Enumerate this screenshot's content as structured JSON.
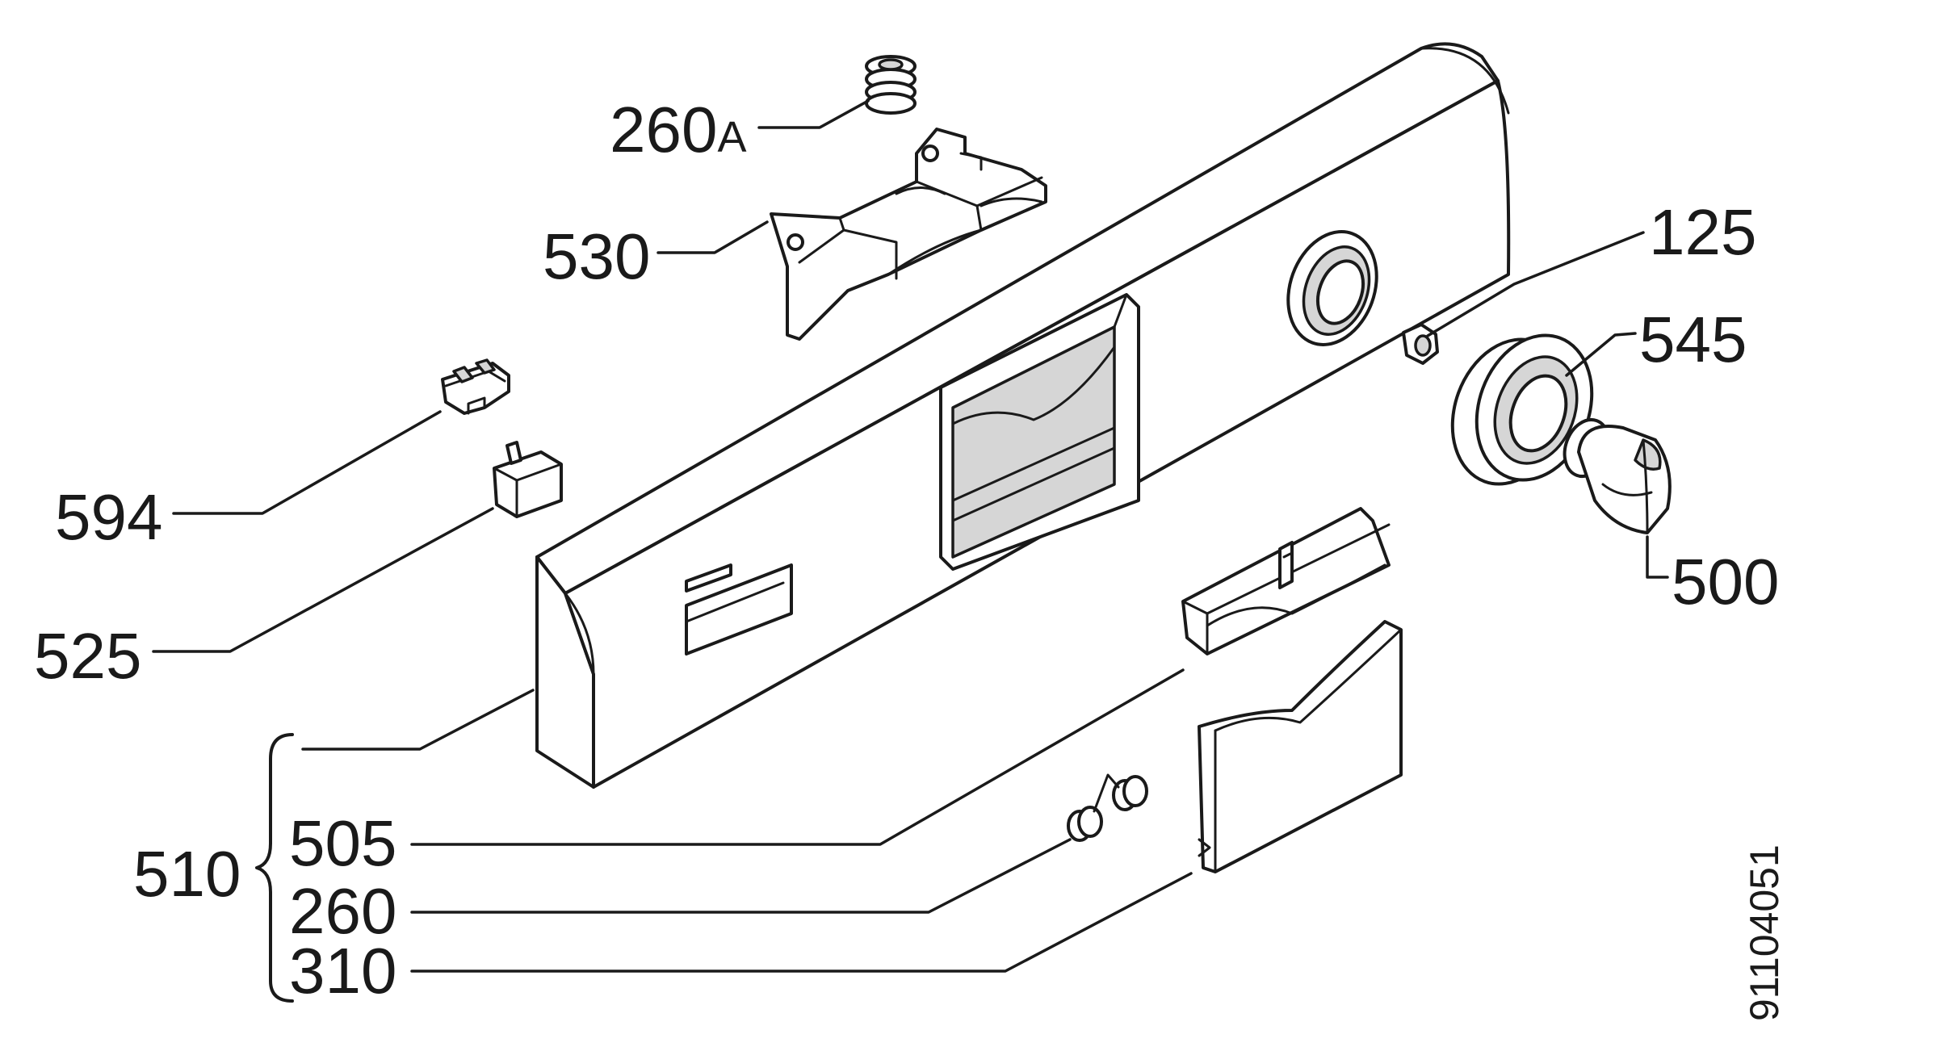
{
  "labels": {
    "p260a": "260",
    "p260a_suffix": "A",
    "p530": "530",
    "p594": "594",
    "p525": "525",
    "p125": "125",
    "p545": "545",
    "p500": "500",
    "p510": "510",
    "p505": "505",
    "p260": "260",
    "p310": "310"
  },
  "reference_number": "91104051",
  "colors": {
    "line": "#1a1a1a",
    "background": "#ffffff",
    "shade": "#d6d6d6"
  }
}
